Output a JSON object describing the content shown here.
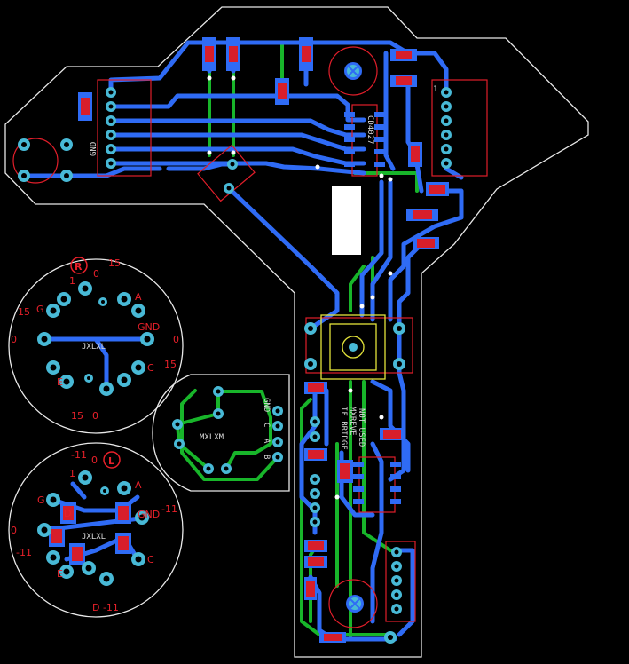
{
  "board": {
    "background": "#000000",
    "colors": {
      "top_copper": "#2f6bf5",
      "bottom_copper": "#18b52a",
      "pads": "#48b9d6",
      "silkscreen": "#d8d8d8",
      "component_outline": "#e01e2a",
      "board_outline": "#e8e8e8",
      "highlight": "#e4e43a"
    }
  },
  "labels": {
    "ic_name": "CD4027",
    "ic_pin1": "1",
    "connector_gnd": "GND",
    "jack_right_name": "JXLXL",
    "jack_left_name": "JXLXL",
    "jack_mini_name": "MXLXM",
    "note_line1": "NOT USED",
    "note_line2": "IF BRIDGE",
    "note_line3": "MXREVE"
  },
  "jack_right": {
    "badge": "R",
    "pins": {
      "top": "15",
      "top_left": "1",
      "a": "A",
      "g": "G",
      "gnd": "GND",
      "left_zero": "0",
      "right_zero": "0",
      "right_15": "15",
      "left_15": "15",
      "c": "C",
      "e": "E",
      "bottom_15": "15",
      "bottom_zero": "0",
      "top_zero": "0"
    }
  },
  "jack_left": {
    "badge": "L",
    "pins": {
      "top_minus": "-11",
      "top_zero": "0",
      "a": "A",
      "g": "G",
      "gnd": "GND",
      "gnd_minus": "-11",
      "left_zero": "0",
      "left_minus": "-11",
      "c": "C",
      "e": "E",
      "d": "D",
      "bottom": "D -11",
      "top_left": "1"
    }
  },
  "mini_connector": {
    "pins": [
      "GND",
      "C",
      "A",
      "B"
    ]
  }
}
